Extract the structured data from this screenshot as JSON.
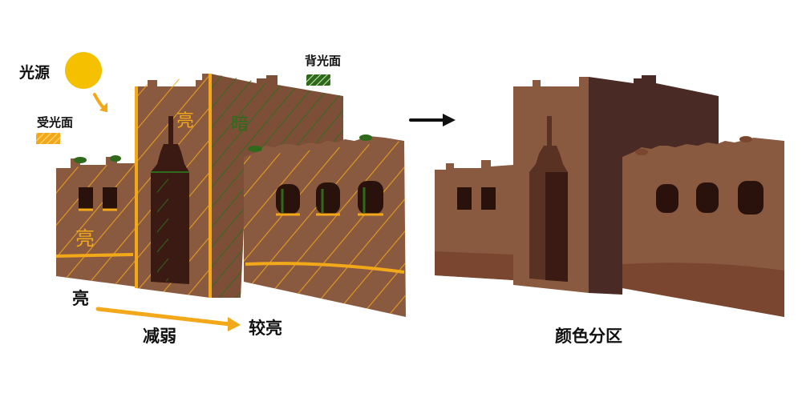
{
  "labels": {
    "light_source": "光源",
    "lit_face": "受光面",
    "shadow_face": "背光面",
    "bright": "亮",
    "weaken": "减弱",
    "brighter": "较亮",
    "color_zones": "颜色分区"
  },
  "sketch_marks": {
    "bright_on_tower": "亮",
    "dark_on_tower": "暗",
    "bright_on_left_wall": "亮"
  },
  "colors": {
    "sun": "#f5c000",
    "highlight_yellow": "#f2a818",
    "shadow_green": "#2f6a1c",
    "wall_lit": "#8a5a40",
    "wall_mid": "#7d4f38",
    "wall_shadow": "#4a2a24",
    "window": "#2a120c",
    "arrow_black": "#111111"
  }
}
